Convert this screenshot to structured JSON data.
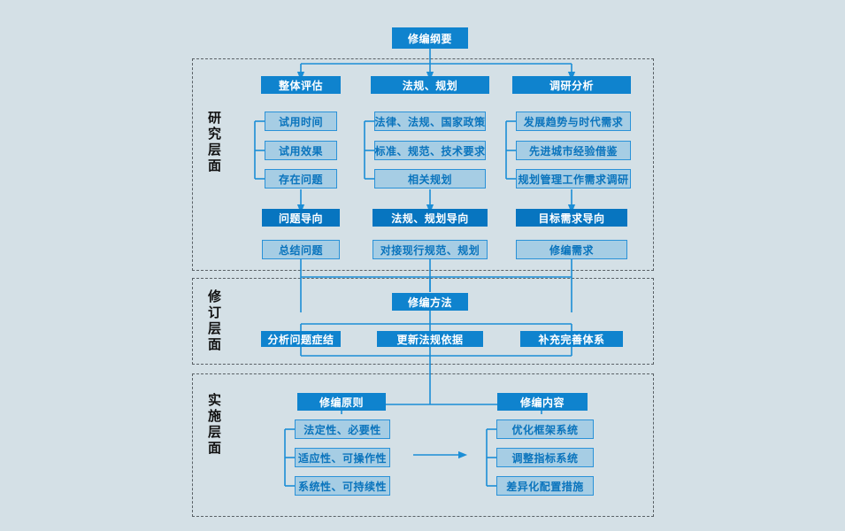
{
  "meta": {
    "title": "城市规划修编技术路线流程图",
    "bg_color": "#d4e0e6",
    "dark_box_color": "#0f83ce",
    "light_box_fill": "#a6cde4",
    "light_box_border": "#2a92d8",
    "light_box_text": "#0a74bd",
    "connector_color": "#1b8ed6",
    "section_border_color": "#5a6166"
  },
  "root": {
    "label": "修编纲要"
  },
  "sections": [
    {
      "id": "research",
      "layer_label": "研究层面",
      "columns": [
        {
          "heading": "整体评估",
          "items": [
            "试用时间",
            "试用效果",
            "存在问题"
          ],
          "orientation": "问题导向",
          "outcome": "总结问题"
        },
        {
          "heading": "法规、规划",
          "items": [
            "法律、法规、国家政策",
            "标准、规范、技术要求",
            "相关规划"
          ],
          "orientation": "法规、规划导向",
          "outcome": "对接现行规范、规划"
        },
        {
          "heading": "调研分析",
          "items": [
            "发展趋势与时代需求",
            "先进城市经验借鉴",
            "规划管理工作需求调研"
          ],
          "orientation": "目标需求导向",
          "outcome": "修编需求"
        }
      ]
    },
    {
      "id": "revision",
      "layer_label": "修订层面",
      "heading": "修编方法",
      "items": [
        "分析问题症结",
        "更新法规依据",
        "补充完善体系"
      ]
    },
    {
      "id": "implementation",
      "layer_label": "实施层面",
      "groups": [
        {
          "heading": "修编原则",
          "items": [
            "法定性、必要性",
            "适应性、可操作性",
            "系统性、可持续性"
          ]
        },
        {
          "heading": "修编内容",
          "items": [
            "优化框架系统",
            "调整指标系统",
            "差异化配置措施"
          ]
        }
      ]
    }
  ]
}
